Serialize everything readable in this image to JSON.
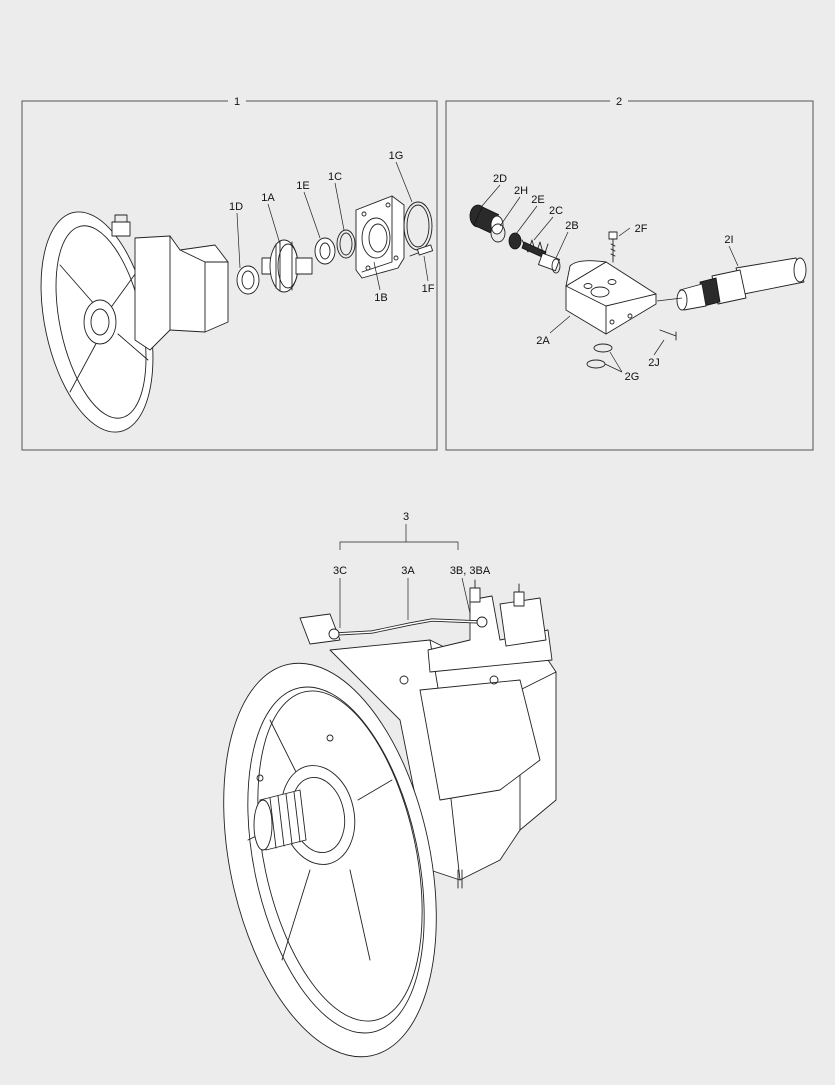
{
  "panels": {
    "panel1": {
      "number": "1",
      "labels": {
        "1D": "1D",
        "1A": "1A",
        "1E": "1E",
        "1C": "1C",
        "1G": "1G",
        "1B": "1B",
        "1F": "1F"
      }
    },
    "panel2": {
      "number": "2",
      "labels": {
        "2D": "2D",
        "2H": "2H",
        "2E": "2E",
        "2C": "2C",
        "2B": "2B",
        "2F": "2F",
        "2I": "2I",
        "2A": "2A",
        "2J": "2J",
        "2G": "2G"
      }
    }
  },
  "assembly": {
    "number": "3",
    "labels": {
      "3C": "3C",
      "3A": "3A",
      "3B_3BA": "3B, 3BA"
    }
  }
}
